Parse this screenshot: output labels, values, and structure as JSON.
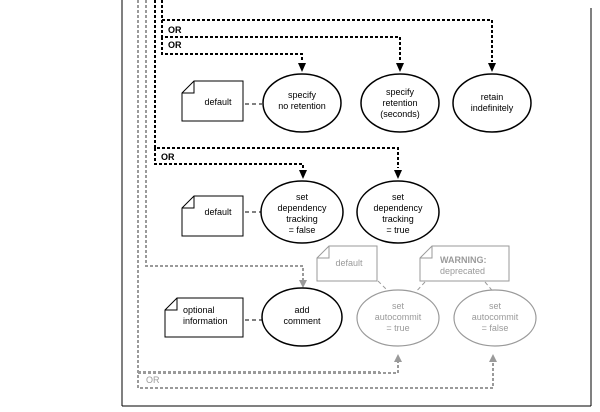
{
  "diagram": {
    "title": "",
    "colors": {
      "active": "#000000",
      "deprecated": "#9a9a9a",
      "background": "#ffffff"
    },
    "or_labels": {
      "top_first": "OR",
      "top_second": "OR",
      "dependency": "OR",
      "autocommit": "OR"
    },
    "notes": {
      "retention_default": "default",
      "dependency_default": "default",
      "comment_optional": [
        "optional",
        "information"
      ],
      "autocommit_default": "default",
      "autocommit_warning": [
        "WARNING:",
        "deprecated"
      ]
    },
    "nodes": {
      "specify_no_retention": [
        "specify",
        "no retention"
      ],
      "specify_retention": [
        "specify",
        "retention",
        "(seconds)"
      ],
      "retain_indefinitely": [
        "retain",
        "indefinitely"
      ],
      "dependency_false": [
        "set",
        "dependency",
        "tracking",
        "= false"
      ],
      "dependency_true": [
        "set",
        "dependency",
        "tracking",
        "= true"
      ],
      "add_comment": [
        "add",
        "comment"
      ],
      "autocommit_true": [
        "set",
        "autocommit",
        "= true"
      ],
      "autocommit_false": [
        "set",
        "autocommit",
        "= false"
      ]
    }
  }
}
